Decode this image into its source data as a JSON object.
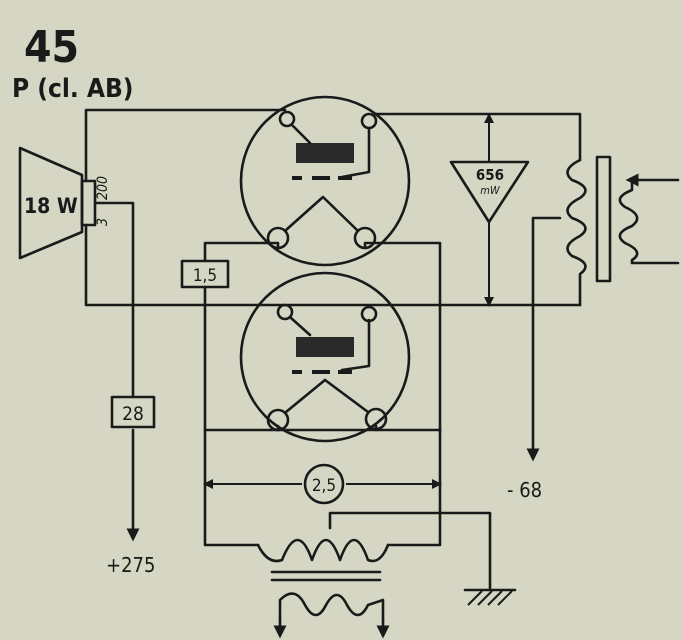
{
  "figure_number": "45",
  "subtitle": "P (cl. AB)",
  "speaker": {
    "power": "18 W",
    "primary_impedance": "200",
    "secondary_impedance": "3"
  },
  "measured_output": {
    "value": "656",
    "unit": "mW"
  },
  "resistors": {
    "cathode": "1,5",
    "supply": "28"
  },
  "heater_bias_value": "2,5",
  "voltages": {
    "anode_supply": "+275",
    "grid_bias": "- 68"
  }
}
